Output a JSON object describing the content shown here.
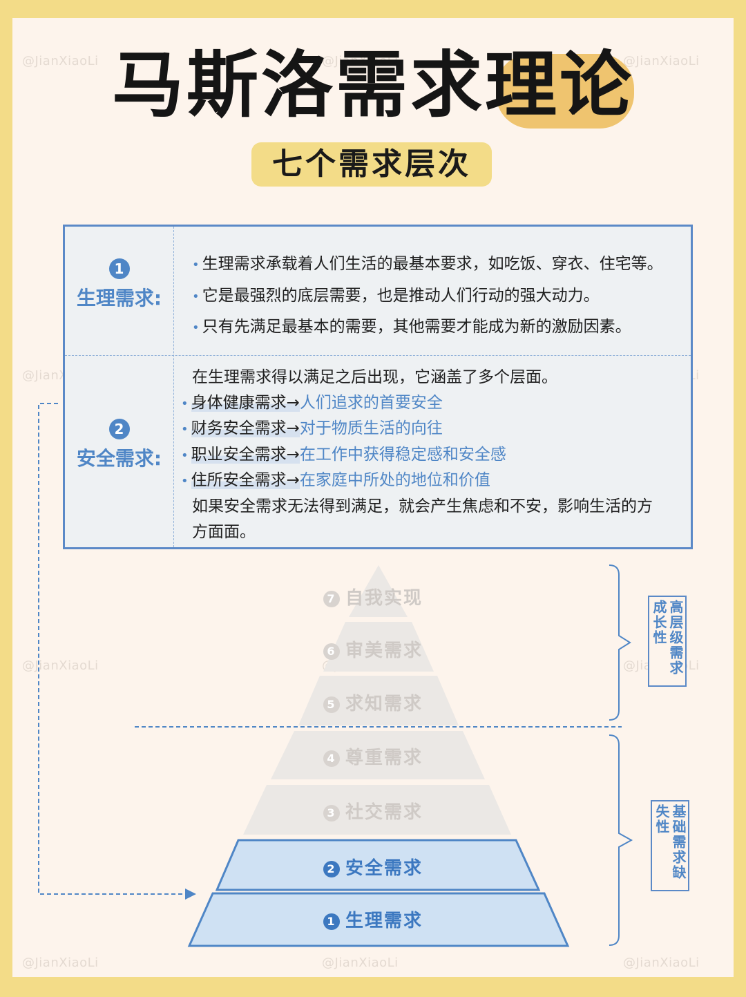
{
  "watermark": "@JianXiaoLi",
  "title": "马斯洛需求理论",
  "subtitle": "七个需求层次",
  "sections": [
    {
      "number": "1",
      "label": "生理需求:",
      "lines": [
        {
          "prefix": "生理需求承载着人们生活的最基本要求，如吃饭、穿衣、住宅等。",
          "suffix": ""
        },
        {
          "prefix": "它是最强烈的底层需要，也是推动人们行动的强大动力。",
          "suffix": ""
        },
        {
          "prefix": "只有先满足最基本的需要，其他需要才能成为新的激励因素。",
          "suffix": ""
        }
      ]
    },
    {
      "number": "2",
      "label": "安全需求:",
      "intro": "在生理需求得以满足之后出现，它涵盖了多个层面。",
      "items": [
        {
          "term": "身体健康需求→",
          "desc": "人们追求的首要安全"
        },
        {
          "term": "财务安全需求→",
          "desc": "对于物质生活的向往"
        },
        {
          "term": "职业安全需求→",
          "desc": "在工作中获得稳定感和安全感"
        },
        {
          "term": "住所安全需求→",
          "desc": "在家庭中所处的地位和价值"
        }
      ],
      "outro_1": "如果安全需求无法得到满足，就会产生焦虑和不安，影响生活的方",
      "outro_2": "方面面。"
    }
  ],
  "pyramid": [
    {
      "number": "7",
      "label": "自我实现",
      "active": false
    },
    {
      "number": "6",
      "label": "审美需求",
      "active": false
    },
    {
      "number": "5",
      "label": "求知需求",
      "active": false
    },
    {
      "number": "4",
      "label": "尊重需求",
      "active": false
    },
    {
      "number": "3",
      "label": "社交需求",
      "active": false
    },
    {
      "number": "2",
      "label": "安全需求",
      "active": true
    },
    {
      "number": "1",
      "label": "生理需求",
      "active": true
    }
  ],
  "side_labels": {
    "upper": "高层级需求成长性",
    "lower": "基础需求缺失性"
  },
  "colors": {
    "accent_blue": "#4f86c6",
    "pyramid_active_fill": "#cfe1f3",
    "pyramid_inactive_fill": "#ebe8e5",
    "background": "#fdf4ec",
    "frame": "#f3dc88"
  }
}
